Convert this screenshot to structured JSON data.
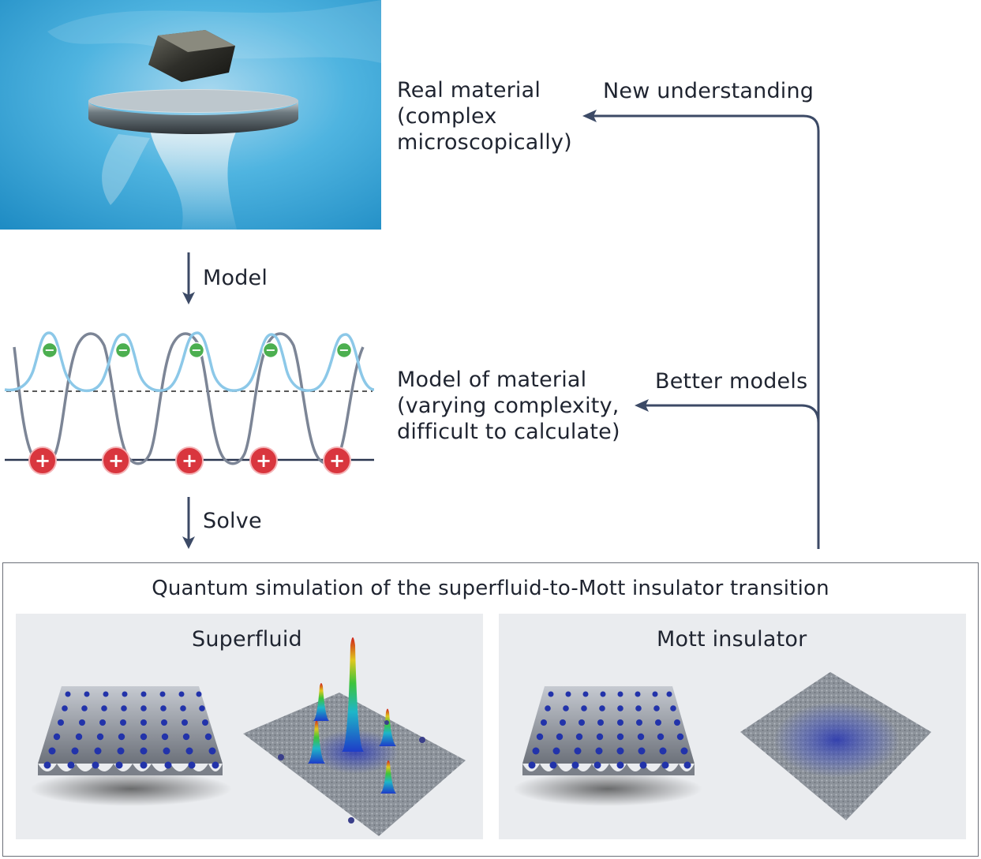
{
  "real_material": {
    "label_lines": [
      "Real material",
      "(complex",
      "microscopically)"
    ]
  },
  "feedback": {
    "new_understanding": "New understanding",
    "better_models": "Better models"
  },
  "steps": {
    "model": "Model",
    "solve": "Solve"
  },
  "model_of_material": {
    "label_lines": [
      "Model of material",
      "(varying complexity,",
      "difficult to calculate)"
    ]
  },
  "simulation": {
    "title": "Quantum simulation of the superfluid-to-Mott insulator transition",
    "panels": [
      {
        "title": "Superfluid"
      },
      {
        "title": "Mott insulator"
      }
    ]
  },
  "charges": {
    "electron": "−",
    "ion": "+"
  },
  "colors": {
    "arrow": "#3c4a66",
    "electron_wave": "#8cc8e8",
    "potential": "#7c8596",
    "electron": "#4caf50",
    "ion": "#d9363e",
    "panel_bg": "#eaecef",
    "atom": "#2233aa"
  }
}
